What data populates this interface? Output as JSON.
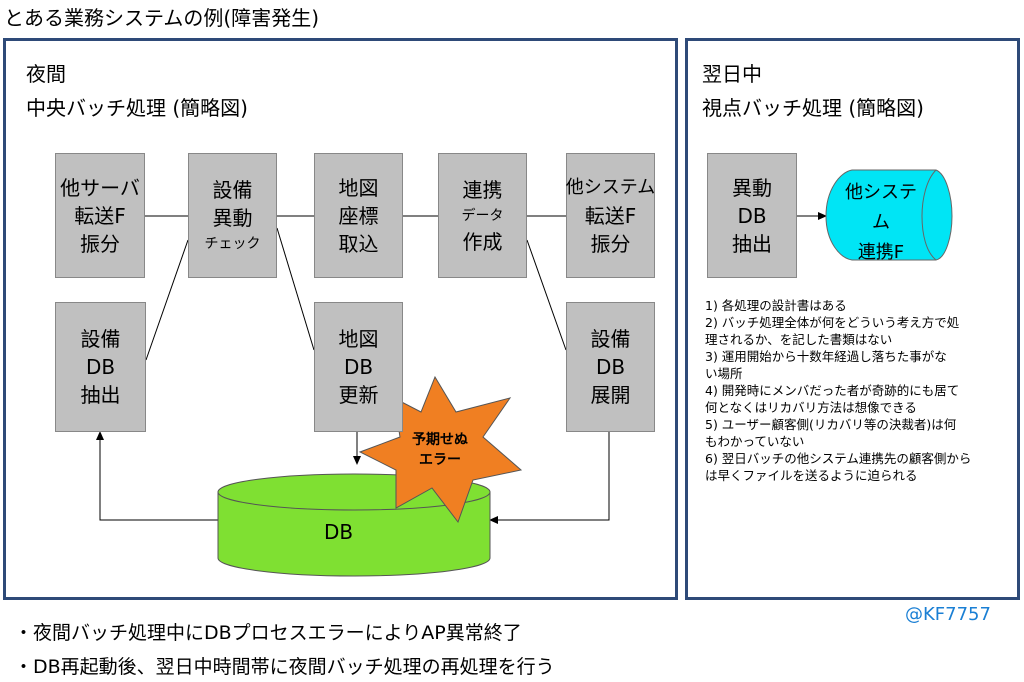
{
  "title": "とある業務システムの例(障害発生)",
  "night_panel": {
    "heading1": "夜間",
    "heading2": "中央バッチ処理 (簡略図)",
    "boxes": {
      "other_server": [
        "他サーバ",
        "転送F",
        "振分"
      ],
      "equip_change": [
        "設備",
        "異動",
        "チェック"
      ],
      "map_coord": [
        "地図",
        "座標",
        "取込"
      ],
      "link_data": [
        "連携",
        "データ",
        "作成"
      ],
      "other_system": [
        "他システム",
        "転送F",
        "振分"
      ],
      "equip_db": [
        "設備",
        "DB",
        "抽出"
      ],
      "map_db": [
        "地図",
        "DB",
        "更新"
      ],
      "equip_db_expand": [
        "設備",
        "DB",
        "展開"
      ]
    },
    "db_label": "DB",
    "error_label": [
      "予期せぬ",
      "エラー"
    ]
  },
  "next_day_panel": {
    "heading1": "翌日中",
    "heading2": "視点バッチ処理 (簡略図)",
    "box": [
      "異動",
      "DB",
      "抽出"
    ],
    "output": [
      "他システム",
      "連携F"
    ],
    "notes": [
      [
        "1) 各処理の設計書はある"
      ],
      [
        "2) バッチ処理全体が何をどういう考え方で処",
        "理されるか、を記した書類はない"
      ],
      [
        "3) 運用開始から十数年経過し落ちた事がな",
        "い場所"
      ],
      [
        "4) 開発時にメンバだった者が奇跡的にも居て",
        "何となくはリカバリ方法は想像できる"
      ],
      [
        "5) ユーザー顧客側(リカバリ等の決裁者)は何",
        "もわかっていない"
      ],
      [
        "6) 翌日バッチの他システム連携先の顧客側から",
        "は早くファイルを送るように迫られる"
      ]
    ]
  },
  "handle": "@KF7757",
  "bullets": [
    "・夜間バッチ処理中にDBプロセスエラーによりAP異常終了",
    "・DB再起動後、翌日中時間帯に夜間バッチ処理の再処理を行う"
  ],
  "colors": {
    "panel_border": "#2e4a78",
    "box_fill": "#c0c0c0",
    "db_fill": "#7fe032",
    "star_fill": "#f07f22",
    "output_fill": "#00e5f5",
    "handle": "#1a7fd4"
  }
}
